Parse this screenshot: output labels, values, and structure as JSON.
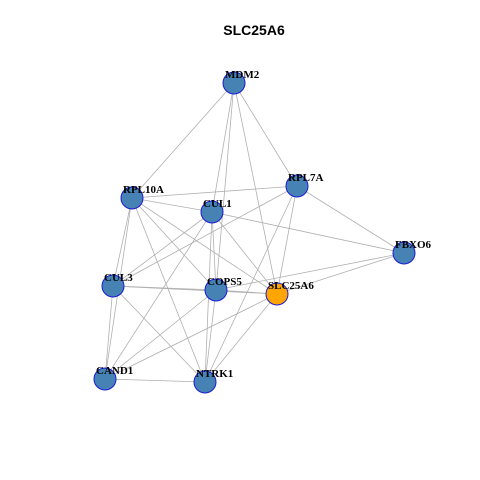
{
  "graph": {
    "title": "SLC25A6",
    "colors": {
      "node_default": "#4682b4",
      "node_highlight": "#ffa500",
      "node_border": "#1a1ad6",
      "edge": "#b0b0b0"
    },
    "nodes": [
      {
        "id": "MDM2",
        "label": "MDM2",
        "highlight": false
      },
      {
        "id": "RPL7A",
        "label": "RPL7A",
        "highlight": false
      },
      {
        "id": "RPL10A",
        "label": "RPL10A",
        "highlight": false
      },
      {
        "id": "CUL1",
        "label": "CUL1",
        "highlight": false
      },
      {
        "id": "FBXO6",
        "label": "FBXO6",
        "highlight": false
      },
      {
        "id": "CUL3",
        "label": "CUL3",
        "highlight": false
      },
      {
        "id": "COPS5",
        "label": "COPS5",
        "highlight": false
      },
      {
        "id": "SLC25A6",
        "label": "SLC25A6",
        "highlight": true
      },
      {
        "id": "CAND1",
        "label": "CAND1",
        "highlight": false
      },
      {
        "id": "NTRK1",
        "label": "NTRK1",
        "highlight": false
      }
    ],
    "edges": [
      [
        "MDM2",
        "RPL7A"
      ],
      [
        "MDM2",
        "RPL10A"
      ],
      [
        "MDM2",
        "CUL1"
      ],
      [
        "MDM2",
        "COPS5"
      ],
      [
        "MDM2",
        "SLC25A6"
      ],
      [
        "RPL7A",
        "RPL10A"
      ],
      [
        "RPL7A",
        "FBXO6"
      ],
      [
        "RPL7A",
        "CUL3"
      ],
      [
        "RPL7A",
        "SLC25A6"
      ],
      [
        "RPL7A",
        "NTRK1"
      ],
      [
        "RPL10A",
        "CUL1"
      ],
      [
        "RPL10A",
        "CUL3"
      ],
      [
        "RPL10A",
        "COPS5"
      ],
      [
        "RPL10A",
        "SLC25A6"
      ],
      [
        "RPL10A",
        "CAND1"
      ],
      [
        "RPL10A",
        "NTRK1"
      ],
      [
        "CUL1",
        "FBXO6"
      ],
      [
        "CUL1",
        "COPS5"
      ],
      [
        "CUL1",
        "SLC25A6"
      ],
      [
        "CUL1",
        "CAND1"
      ],
      [
        "CUL1",
        "NTRK1"
      ],
      [
        "CUL1",
        "CUL3"
      ],
      [
        "FBXO6",
        "COPS5"
      ],
      [
        "FBXO6",
        "SLC25A6"
      ],
      [
        "CUL3",
        "COPS5"
      ],
      [
        "CUL3",
        "SLC25A6"
      ],
      [
        "CUL3",
        "CAND1"
      ],
      [
        "CUL3",
        "NTRK1"
      ],
      [
        "COPS5",
        "CAND1"
      ],
      [
        "COPS5",
        "NTRK1"
      ],
      [
        "COPS5",
        "SLC25A6"
      ],
      [
        "SLC25A6",
        "CAND1"
      ],
      [
        "SLC25A6",
        "NTRK1"
      ],
      [
        "CAND1",
        "NTRK1"
      ]
    ]
  }
}
